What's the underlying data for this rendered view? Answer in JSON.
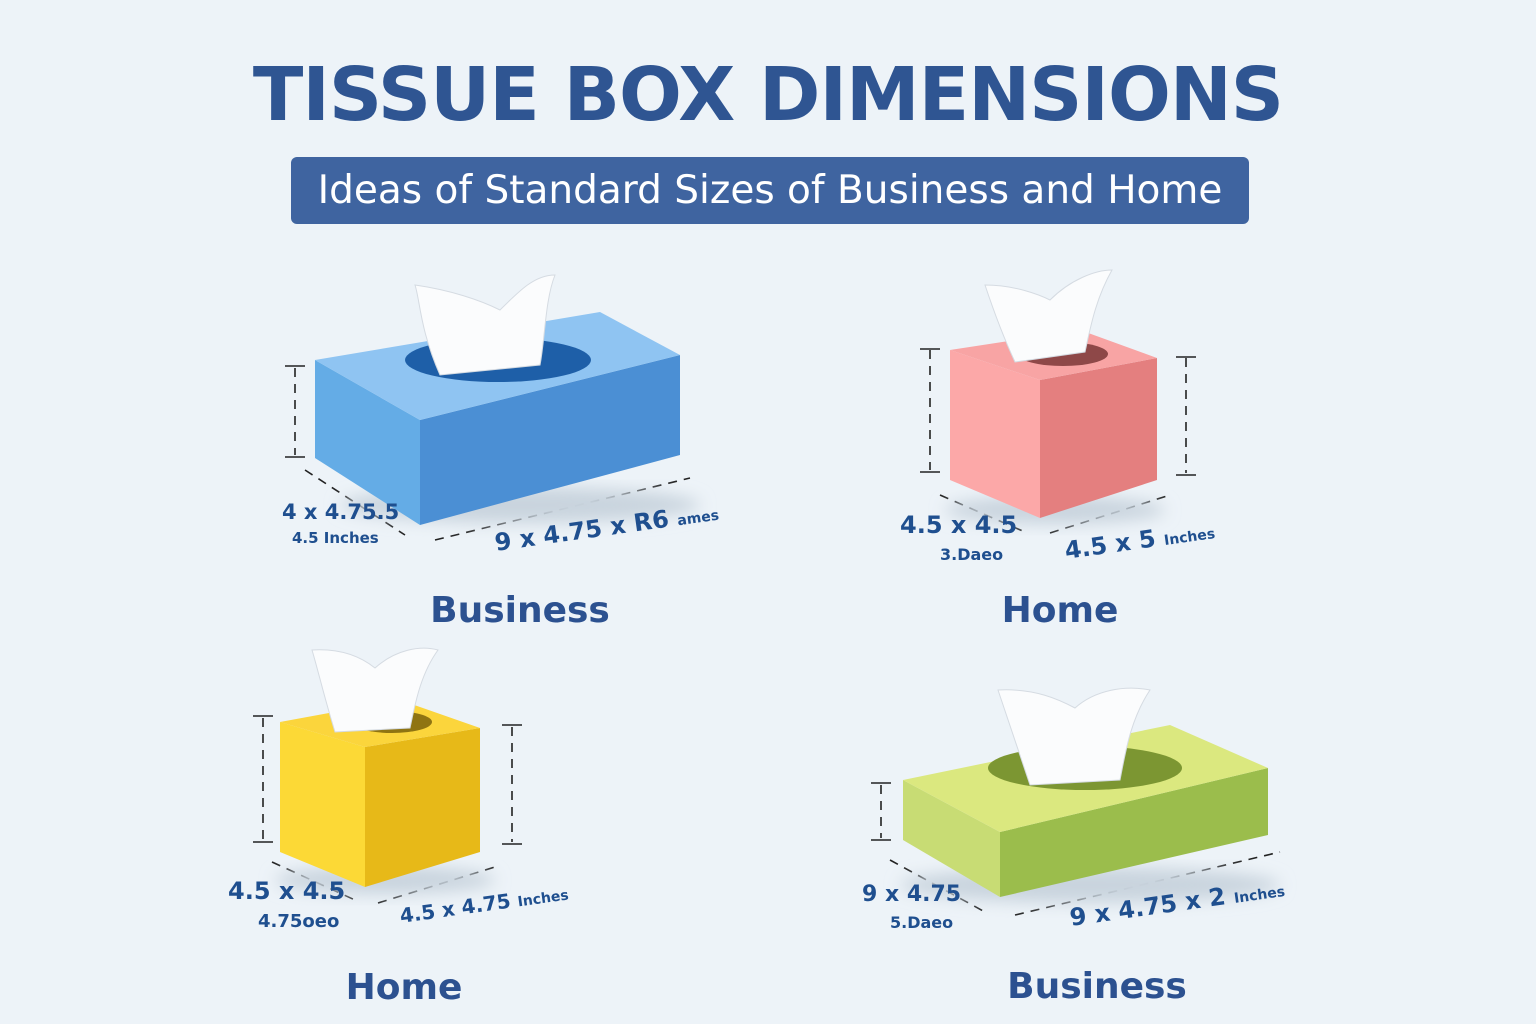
{
  "header": {
    "title": "TISSUE BOX DIMENSIONS",
    "subtitle": "Ideas of Standard Sizes of Business and Home"
  },
  "boxes": [
    {
      "caption": "Business",
      "color": "#4a8fd6",
      "depth_label": "4 x 4.75.5",
      "depth_sub": "4.5 Inches",
      "length_label": "9 x 4.75 x R6",
      "length_unit": "ames"
    },
    {
      "caption": "Home",
      "color": "#f29a9a",
      "depth_label": "4.5 x 4.5",
      "depth_sub": "3.Daeo",
      "length_label": "4.5 x 5",
      "length_unit": "Inches"
    },
    {
      "caption": "Home",
      "color": "#f2c41e",
      "depth_label": "4.5 x 4.5",
      "depth_sub": "4.75oeo",
      "length_label": "4.5 x 4.75",
      "length_unit": "Inches"
    },
    {
      "caption": "Business",
      "color": "#a6c94e",
      "depth_label": "9 x 4.75",
      "depth_sub": "5.Daeo",
      "length_label": "9 x 4.75 x 2",
      "length_unit": "Inches"
    }
  ]
}
